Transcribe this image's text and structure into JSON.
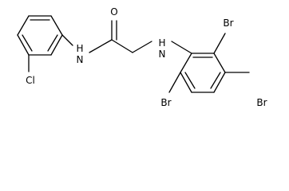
{
  "structure": {
    "atoms": {
      "carbonyl_oxygen": "O",
      "amide_nitrogen": "H\nN",
      "amine_nitrogen": "H\nN",
      "chlorine": "Cl",
      "bromine_top": "Br",
      "bromine_left": "Br",
      "bromine_right": "Br"
    }
  },
  "colors": {
    "bond": "#000000",
    "label": "#000000",
    "background": "#ffffff"
  }
}
